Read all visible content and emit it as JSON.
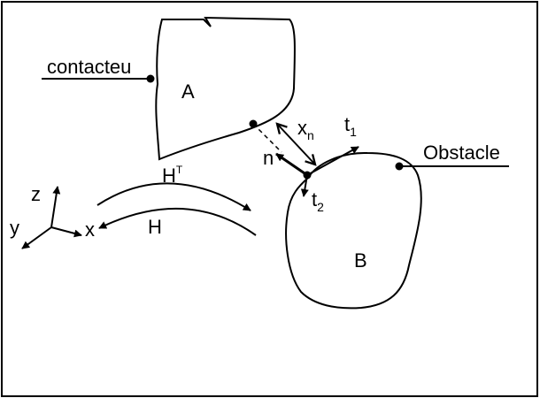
{
  "diagram": {
    "labels": {
      "contacteur": "contacteu",
      "body_a": "A",
      "body_b": "B",
      "obstacle": "Obstacle",
      "normal": "n",
      "gap_base": "x",
      "gap_sub": "n",
      "t1_base": "t",
      "t1_sub": "1",
      "t2_base": "t",
      "t2_sub": "2",
      "axis_z": "z",
      "axis_y": "y",
      "axis_x": "x",
      "h_transpose_base": "H",
      "h_transpose_sup": "T",
      "h": "H"
    },
    "colors": {
      "stroke": "#000000",
      "background": "#ffffff"
    }
  }
}
